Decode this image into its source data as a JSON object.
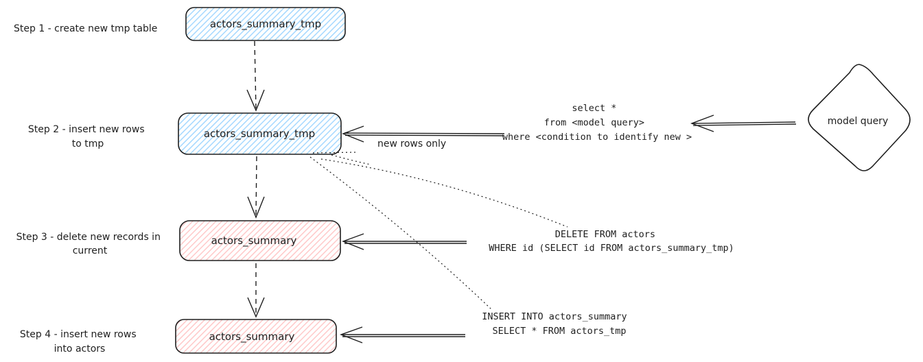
{
  "colors": {
    "stroke": "#1e1e1e",
    "blue_fill": "#a5d8ff",
    "red_fill": "#ffc9c9",
    "background": "#ffffff"
  },
  "steps": [
    {
      "label_lines": [
        "Step 1 - create new tmp table"
      ],
      "box_text": "actors_summary_tmp",
      "color": "blue"
    },
    {
      "label_lines": [
        "Step 2 - insert new rows",
        "to tmp"
      ],
      "box_text": "actors_summary_tmp",
      "color": "blue"
    },
    {
      "label_lines": [
        "Step 3 - delete new records in",
        "current"
      ],
      "box_text": "actors_summary",
      "color": "red"
    },
    {
      "label_lines": [
        "Step 4 - insert new rows",
        "into actors"
      ],
      "box_text": "actors_summary",
      "color": "red"
    }
  ],
  "model_query": {
    "label": "model query"
  },
  "select_query": {
    "lines": [
      "select *",
      "from <model query>",
      "where <condition to identify new >"
    ]
  },
  "new_rows_label": "new rows only",
  "delete_query": {
    "lines": [
      "DELETE FROM actors",
      "WHERE id (SELECT id FROM actors_summary_tmp)"
    ]
  },
  "insert_query": {
    "lines": [
      "INSERT INTO actors_summary",
      "SELECT * FROM actors_tmp"
    ]
  }
}
